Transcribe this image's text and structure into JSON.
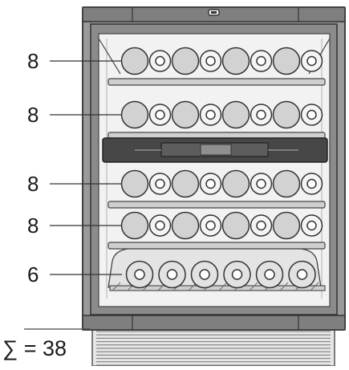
{
  "rows": [
    {
      "count_label": "8",
      "bottles": 8
    },
    {
      "count_label": "8",
      "bottles": 8
    },
    {
      "count_label": "8",
      "bottles": 8
    },
    {
      "count_label": "8",
      "bottles": 8
    },
    {
      "count_label": "6",
      "bottles": 6
    }
  ],
  "total_label": "∑ = 38",
  "colors": {
    "cabinet": "#909090",
    "cabinet_dark": "#5a5a5a",
    "interior": "#f2f2f2",
    "shelf": "#cfcfcf",
    "bottle_base": "#d2d2d2",
    "bottle_neck": "#f4f4f4",
    "display_panel": "#474747",
    "outline": "#333333"
  }
}
